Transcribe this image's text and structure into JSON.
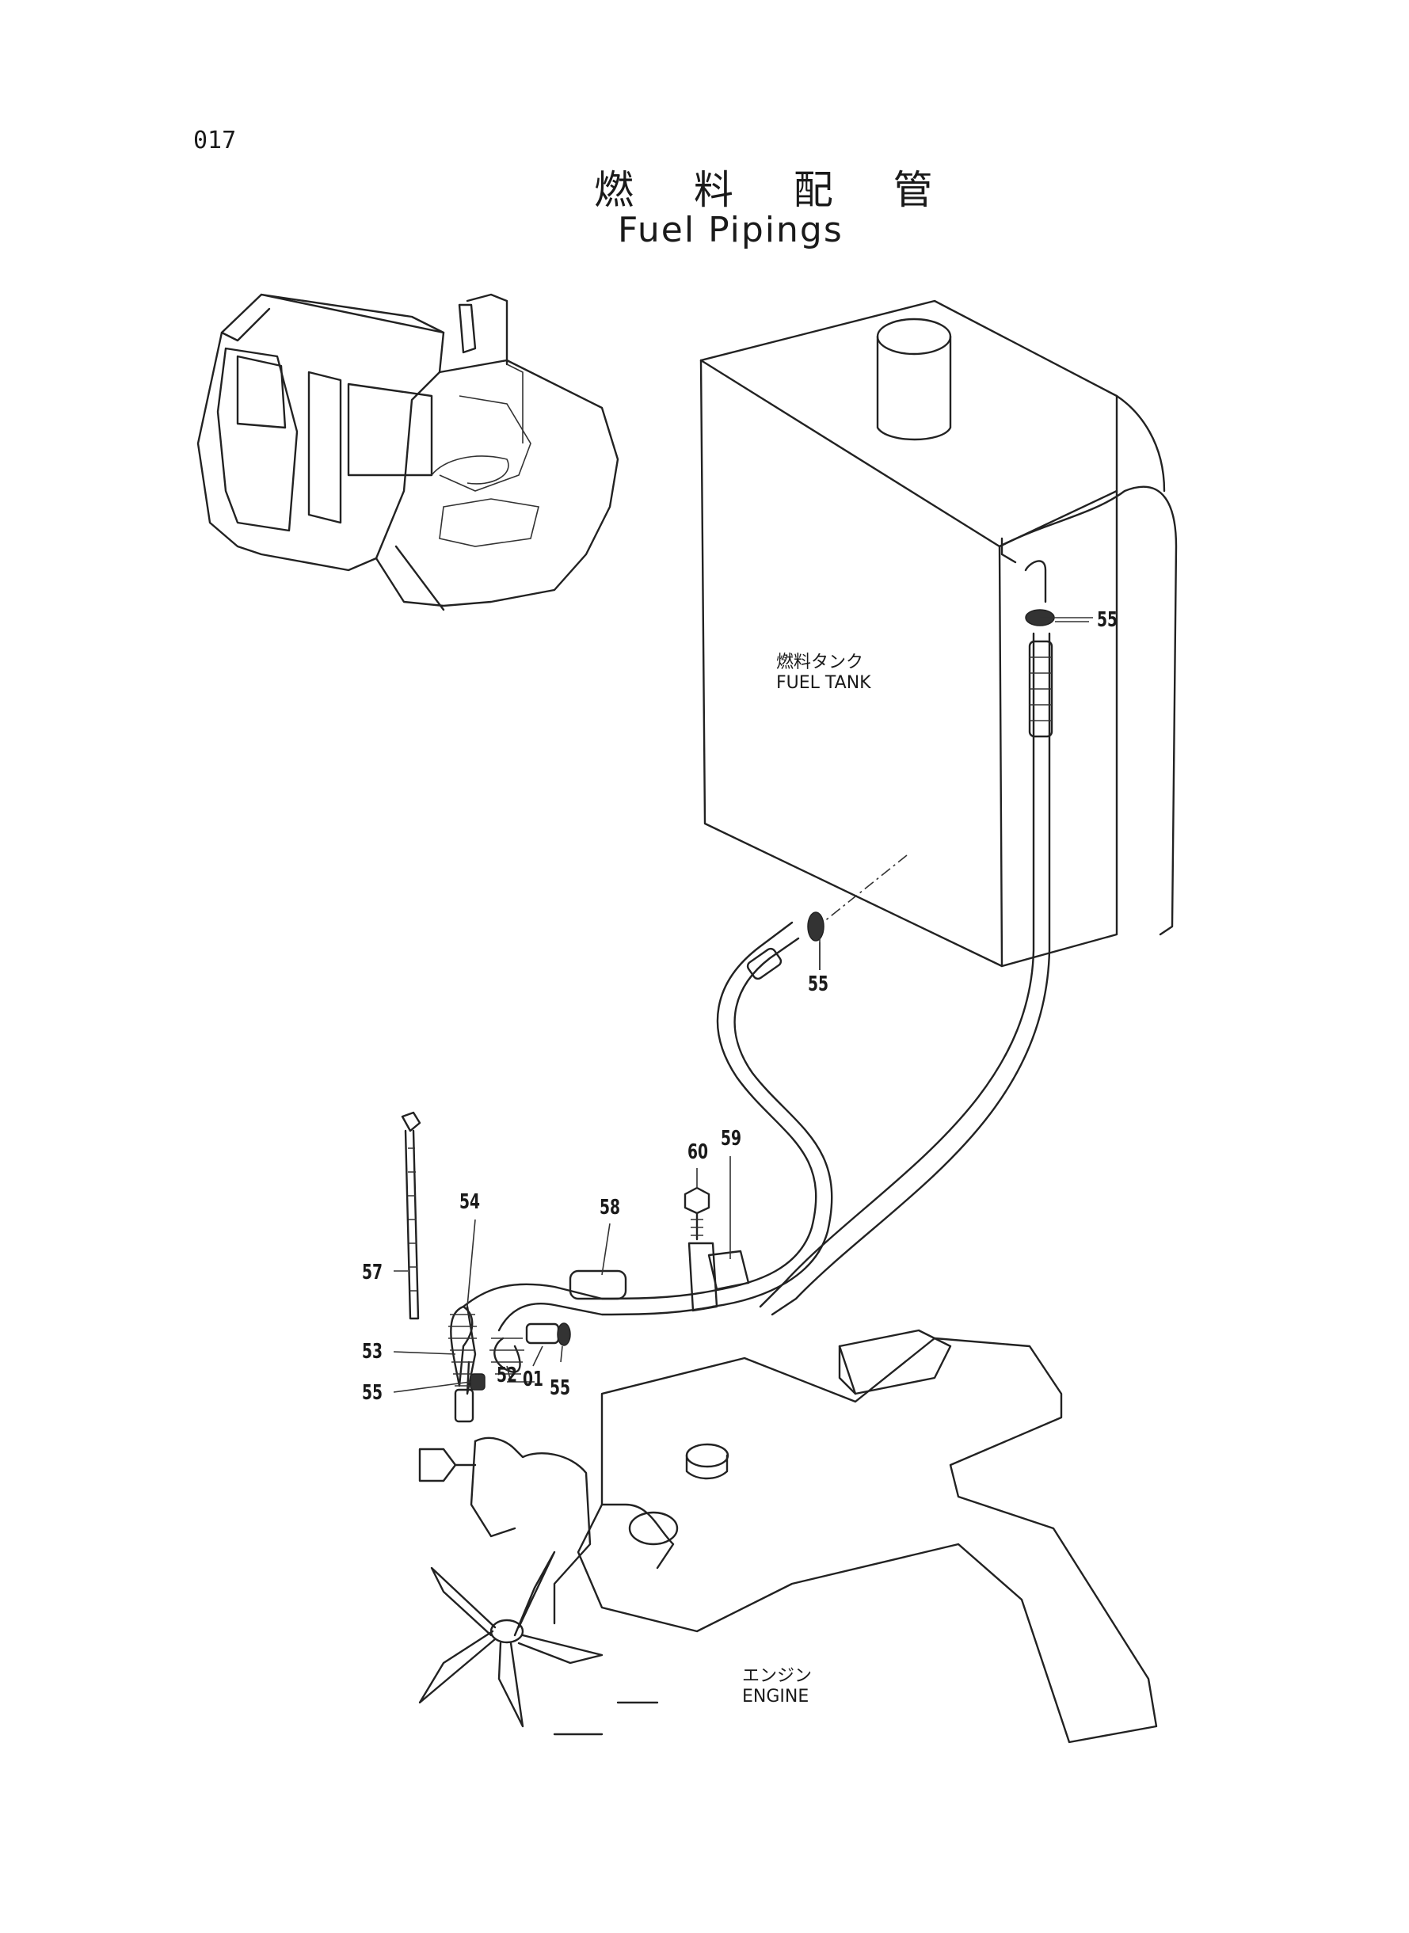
{
  "page_number": "017",
  "title_jp": "燃 料 配 管",
  "title_en": "Fuel Pipings",
  "labels": {
    "fuel_tank_jp": "燃料タンク",
    "fuel_tank_en": "FUEL TANK",
    "engine_jp": "エンジン",
    "engine_en": "ENGINE"
  },
  "callouts": {
    "c55_top": "55",
    "c55_tank": "55",
    "c60": "60",
    "c59": "59",
    "c54": "54",
    "c58": "58",
    "c57": "57",
    "c53": "53",
    "c52": "52",
    "c01": "01",
    "c55_mid": "55",
    "c55_left": "55"
  }
}
